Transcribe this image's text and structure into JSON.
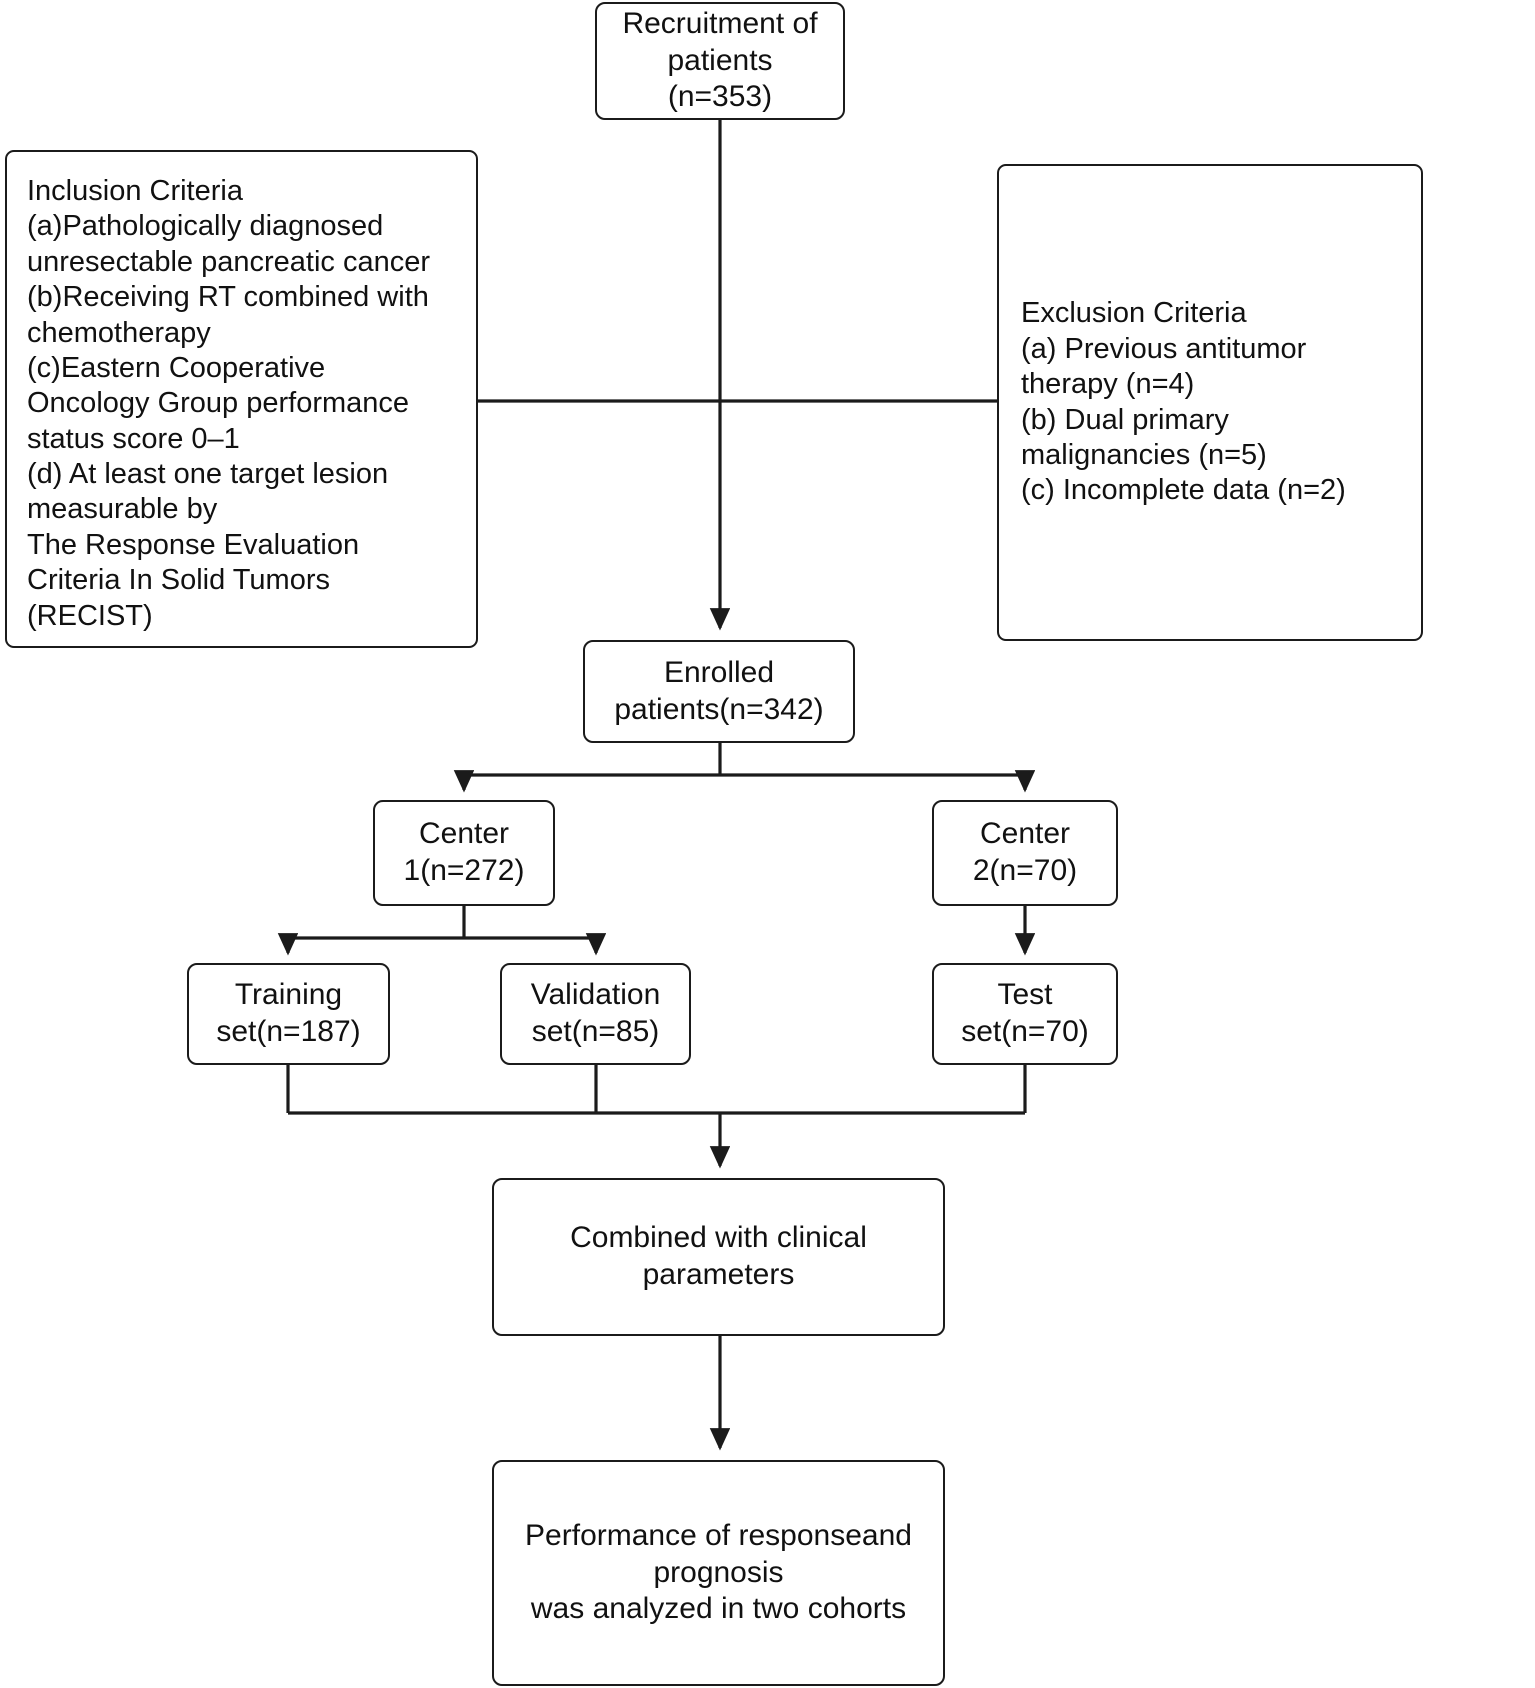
{
  "diagram": {
    "type": "flowchart",
    "title": "Patient recruitment and cohort allocation flowchart",
    "stroke_color": "#1b1b1b",
    "background_color": "#ffffff",
    "nodes": {
      "recruitment": {
        "label": "Recruitment of\npatients\n(n=353)",
        "n": 353
      },
      "inclusion": {
        "label": "Inclusion Criteria\n(a)Pathologically diagnosed\nunresectable pancreatic cancer\n(b)Receiving RT combined with\nchemotherapy\n(c)Eastern Cooperative\nOncology Group performance\nstatus score 0–1\n(d) At least one target lesion\nmeasurable by\nThe Response Evaluation\nCriteria In Solid Tumors\n(RECIST)"
      },
      "exclusion": {
        "label": "Exclusion Criteria\n(a) Previous antitumor\ntherapy (n=4)\n(b) Dual primary\nmalignancies (n=5)\n(c) Incomplete data (n=2)"
      },
      "enrolled": {
        "label": "Enrolled\npatients(n=342)",
        "n": 342
      },
      "center1": {
        "label": "Center\n1(n=272)",
        "n": 272
      },
      "center2": {
        "label": "Center\n2(n=70)",
        "n": 70
      },
      "training": {
        "label": "Training\nset(n=187)",
        "n": 187
      },
      "validation": {
        "label": "Validation\nset(n=85)",
        "n": 85
      },
      "test": {
        "label": "Test\nset(n=70)",
        "n": 70
      },
      "combined": {
        "label": "Combined with clinical\nparameters"
      },
      "performance": {
        "label": "Performance of responseand\nprognosis\nwas analyzed in two cohorts"
      }
    },
    "edges": [
      {
        "from": "recruitment",
        "to": "enrolled",
        "arrow": true
      },
      {
        "from": "inclusion",
        "to": "recruitment-enrolled-trunk",
        "arrow": false
      },
      {
        "from": "exclusion",
        "to": "recruitment-enrolled-trunk",
        "arrow": false
      },
      {
        "from": "enrolled",
        "to": "center1",
        "arrow": true
      },
      {
        "from": "enrolled",
        "to": "center2",
        "arrow": true
      },
      {
        "from": "center1",
        "to": "training",
        "arrow": true
      },
      {
        "from": "center1",
        "to": "validation",
        "arrow": true
      },
      {
        "from": "center2",
        "to": "test",
        "arrow": true
      },
      {
        "from": "training",
        "to": "combined",
        "arrow": true
      },
      {
        "from": "validation",
        "to": "combined",
        "arrow": true
      },
      {
        "from": "test",
        "to": "combined",
        "arrow": true
      },
      {
        "from": "combined",
        "to": "performance",
        "arrow": true
      }
    ]
  }
}
